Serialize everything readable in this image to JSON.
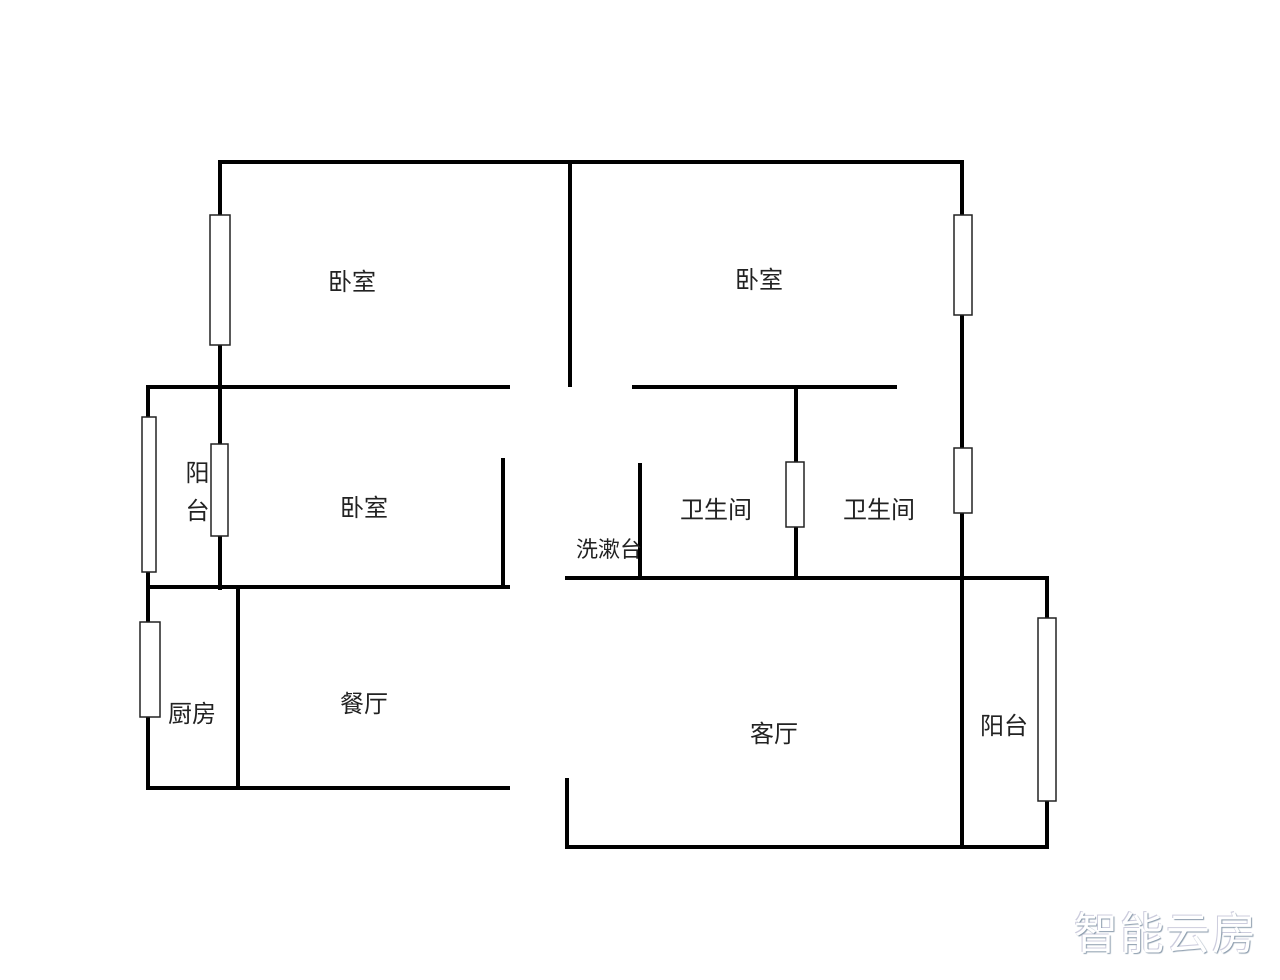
{
  "rooms": {
    "bedroom_top_left": "卧室",
    "bedroom_top_right": "卧室",
    "bedroom_middle": "卧室",
    "balcony_left": "阳台",
    "kitchen": "厨房",
    "dining": "餐厅",
    "washstand": "洗漱台",
    "bathroom_1": "卫生间",
    "bathroom_2": "卫生间",
    "living_room": "客厅",
    "balcony_right": "阳台"
  },
  "watermark": "智能云房"
}
